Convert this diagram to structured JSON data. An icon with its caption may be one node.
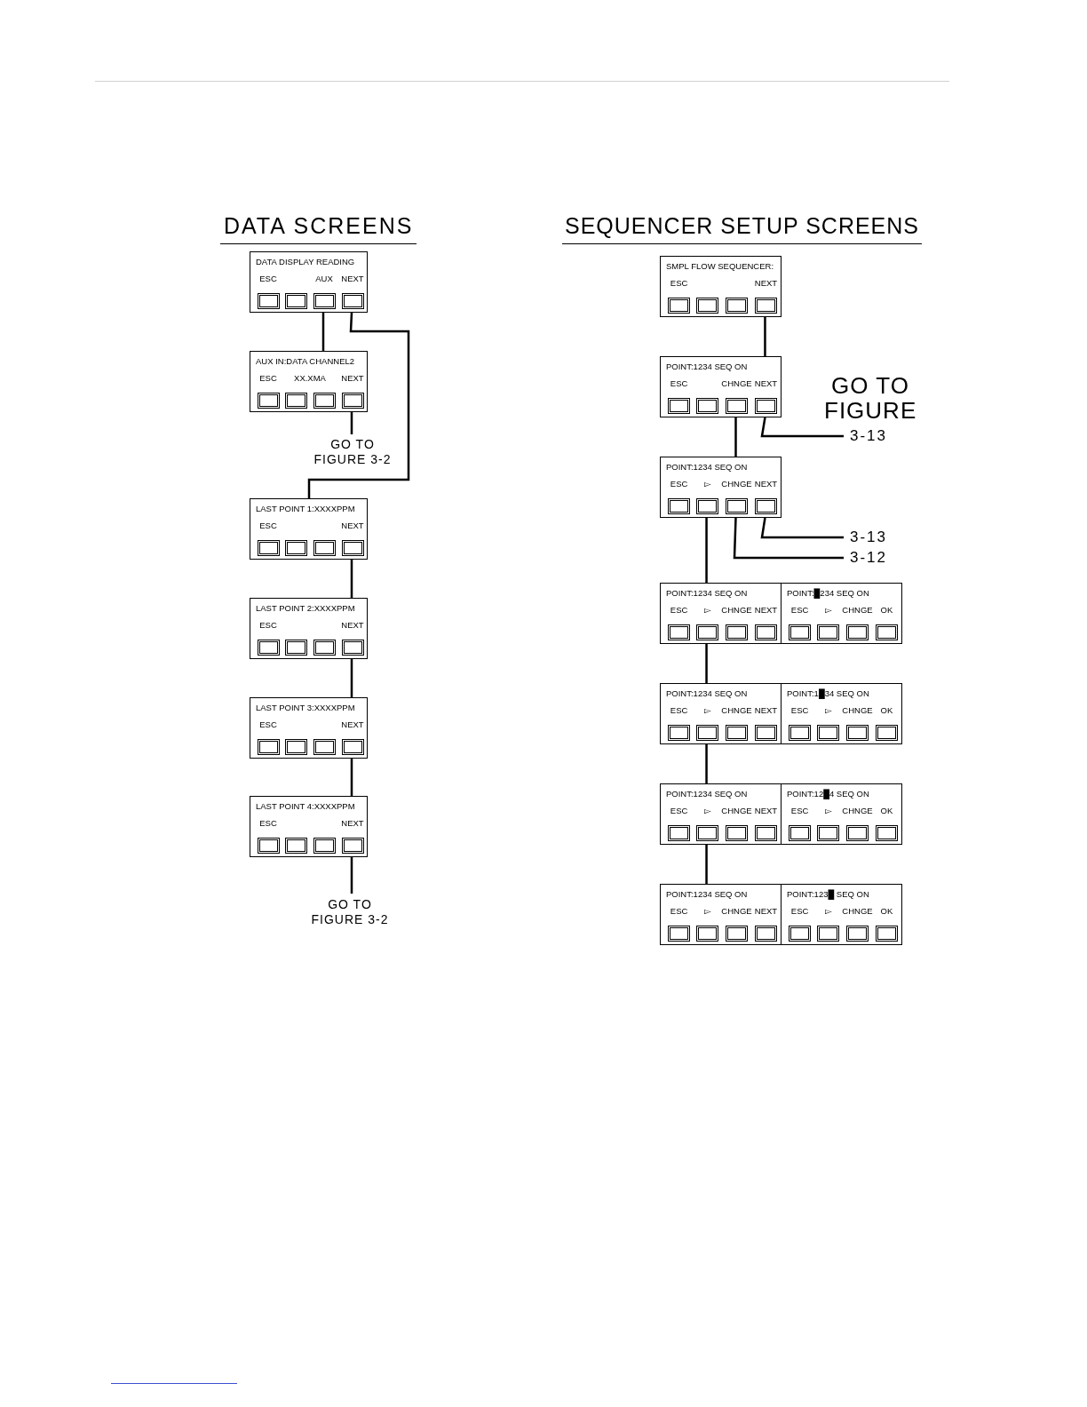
{
  "diagram": {
    "nodes": [
      {
        "text": [
          "DATA DISPLAY READING",
          "ESC",
          "AUX",
          "NEXT"
        ]
      },
      {
        "text": [
          "AUX IN:DATA CHANNEL2",
          "ESC",
          "XX.XMA",
          "NEXT"
        ]
      },
      {
        "text": [
          "GO TO FIGURE 3-2"
        ]
      },
      {
        "text": [
          "LAST POINT 1:XXXXPPM",
          "ESC",
          "NEXT"
        ]
      },
      {
        "text": [
          "LAST POINT 2:XXXXPPM",
          "ESC",
          "NEXT"
        ]
      },
      {
        "text": [
          "LAST POINT 3:XXXXPPM",
          "ESC",
          "NEXT"
        ]
      },
      {
        "text": [
          "LAST POINT 4:XXXXPPM",
          "ESC",
          "NEXT"
        ]
      },
      {
        "text": [
          "GO TO FIGURE 3-2"
        ]
      },
      {
        "text": [
          "SMPL FLOW SEQUENCER:",
          "ESC",
          "NEXT"
        ]
      },
      {
        "text": [
          "POINT:1234 SEQ ON",
          "ESC",
          "CHNGE",
          "NEXT"
        ]
      },
      {
        "text": [
          "3-13"
        ]
      },
      {
        "text": [
          "POINT:1234 SEQ ON",
          "ESC",
          "▻",
          "CHNGE",
          "NEXT"
        ]
      },
      {
        "text": [
          "3-13"
        ]
      },
      {
        "text": [
          "3-12"
        ]
      },
      {
        "text": [
          "POINT:1234 SEQ ON",
          "ESC",
          "▻",
          "CHNGE",
          "NEXT"
        ]
      },
      {
        "text": [
          "POINT:█234 SEQ ON",
          "ESC",
          "▻",
          "CHNGE",
          "OK"
        ]
      },
      {
        "text": [
          "POINT:1234 SEQ ON",
          "ESC",
          "▻",
          "CHNGE",
          "NEXT"
        ]
      },
      {
        "text": [
          "POINT:1█34 SEQ ON",
          "ESC",
          "▻",
          "CHNGE",
          "OK"
        ]
      },
      {
        "text": [
          "POINT:1234 SEQ ON",
          "ESC",
          "▻",
          "CHNGE",
          "NEXT"
        ]
      },
      {
        "text": [
          "POINT:12█4 SEQ ON",
          "ESC",
          "▻",
          "CHNGE",
          "OK"
        ]
      },
      {
        "text": [
          "POINT:1234 SEQ ON",
          "ESC",
          "▻",
          "CHNGE",
          "NEXT"
        ]
      },
      {
        "text": [
          "POINT:123█ SEQ ON",
          "ESC",
          "▻",
          "CHNGE",
          "OK"
        ]
      }
    ],
    "edges": [
      {
        "from": 0,
        "to": 1,
        "arrow": "none"
      },
      {
        "from": 0,
        "to": 3,
        "arrow": "none"
      },
      {
        "from": 1,
        "to": 2,
        "arrow": "none"
      },
      {
        "from": 3,
        "to": 4,
        "arrow": "none"
      },
      {
        "from": 4,
        "to": 5,
        "arrow": "none"
      },
      {
        "from": 5,
        "to": 6,
        "arrow": "none"
      },
      {
        "from": 6,
        "to": 7,
        "arrow": "none"
      },
      {
        "from": 8,
        "to": 9,
        "arrow": "none"
      },
      {
        "from": 9,
        "to": 10,
        "arrow": "none"
      },
      {
        "from": 9,
        "to": 11,
        "arrow": "none"
      },
      {
        "from": 11,
        "to": 12,
        "arrow": "none"
      },
      {
        "from": 11,
        "to": 13,
        "arrow": "none"
      },
      {
        "from": 11,
        "to": 14,
        "arrow": "none"
      },
      {
        "from": 14,
        "to": 16,
        "arrow": "none"
      },
      {
        "from": 16,
        "to": 18,
        "arrow": "none"
      },
      {
        "from": 18,
        "to": 20,
        "arrow": "none"
      }
    ],
    "labels": [
      "DATA SCREENS",
      "SEQUENCER SETUP SCREENS",
      "GO TO FIGURE"
    ]
  }
}
